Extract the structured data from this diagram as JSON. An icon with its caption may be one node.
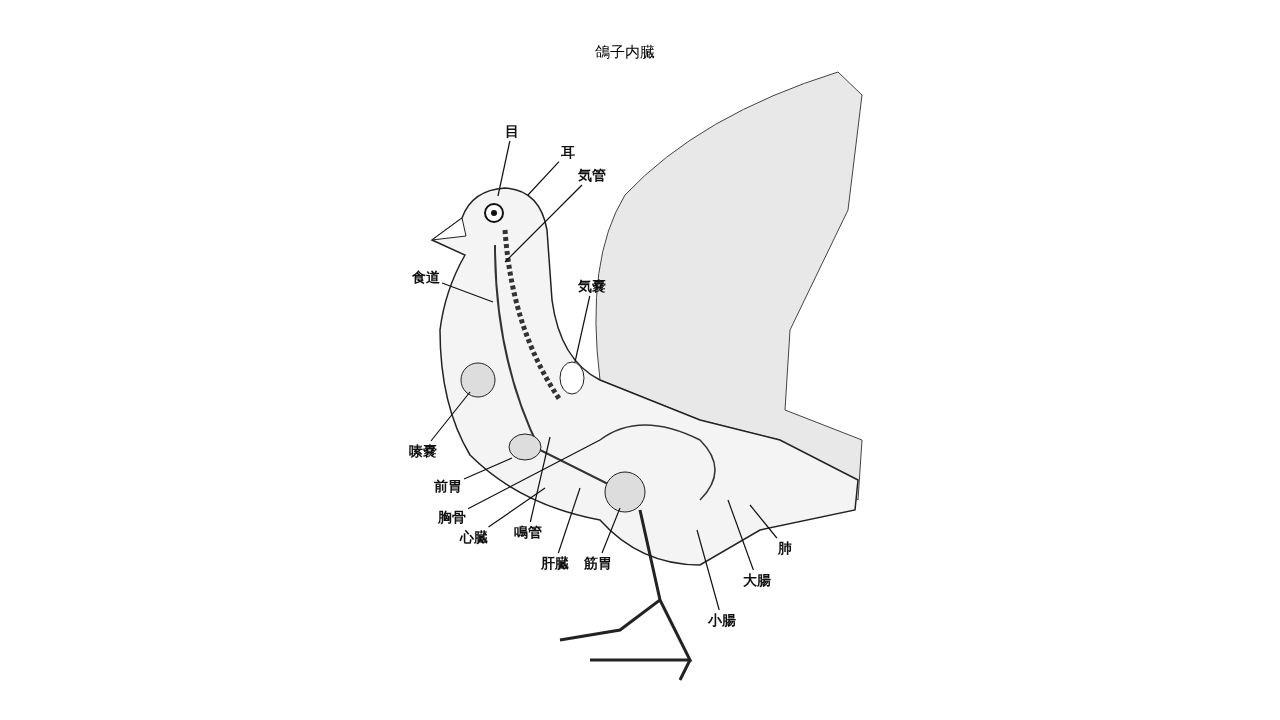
{
  "diagram": {
    "title": "鴿子内臓",
    "nodes": [
      {
        "text": [
          "目"
        ]
      },
      {
        "text": [
          "耳"
        ]
      },
      {
        "text": [
          "気管"
        ]
      },
      {
        "text": [
          "食道"
        ]
      },
      {
        "text": [
          "気嚢"
        ]
      },
      {
        "text": [
          "嗉嚢"
        ]
      },
      {
        "text": [
          "前胃"
        ]
      },
      {
        "text": [
          "胸骨"
        ]
      },
      {
        "text": [
          "心臓"
        ]
      },
      {
        "text": [
          "鳴管"
        ]
      },
      {
        "text": [
          "肝臓"
        ]
      },
      {
        "text": [
          "筋胃"
        ]
      },
      {
        "text": [
          "小腸"
        ]
      },
      {
        "text": [
          "大腸"
        ]
      },
      {
        "text": [
          "肺"
        ]
      }
    ],
    "edges": [
      {
        "from": 0,
        "to": null,
        "arrow": "none"
      },
      {
        "from": 1,
        "to": null,
        "arrow": "none"
      },
      {
        "from": 2,
        "to": null,
        "arrow": "none"
      },
      {
        "from": 3,
        "to": null,
        "arrow": "none"
      },
      {
        "from": 4,
        "to": null,
        "arrow": "none"
      },
      {
        "from": 5,
        "to": null,
        "arrow": "none"
      },
      {
        "from": 6,
        "to": null,
        "arrow": "none"
      },
      {
        "from": 7,
        "to": null,
        "arrow": "none"
      },
      {
        "from": 8,
        "to": null,
        "arrow": "none"
      },
      {
        "from": 9,
        "to": null,
        "arrow": "none"
      },
      {
        "from": 10,
        "to": null,
        "arrow": "none"
      },
      {
        "from": 11,
        "to": null,
        "arrow": "none"
      },
      {
        "from": 12,
        "to": null,
        "arrow": "none"
      },
      {
        "from": 13,
        "to": null,
        "arrow": "none"
      },
      {
        "from": 14,
        "to": null,
        "arrow": "none"
      }
    ]
  }
}
